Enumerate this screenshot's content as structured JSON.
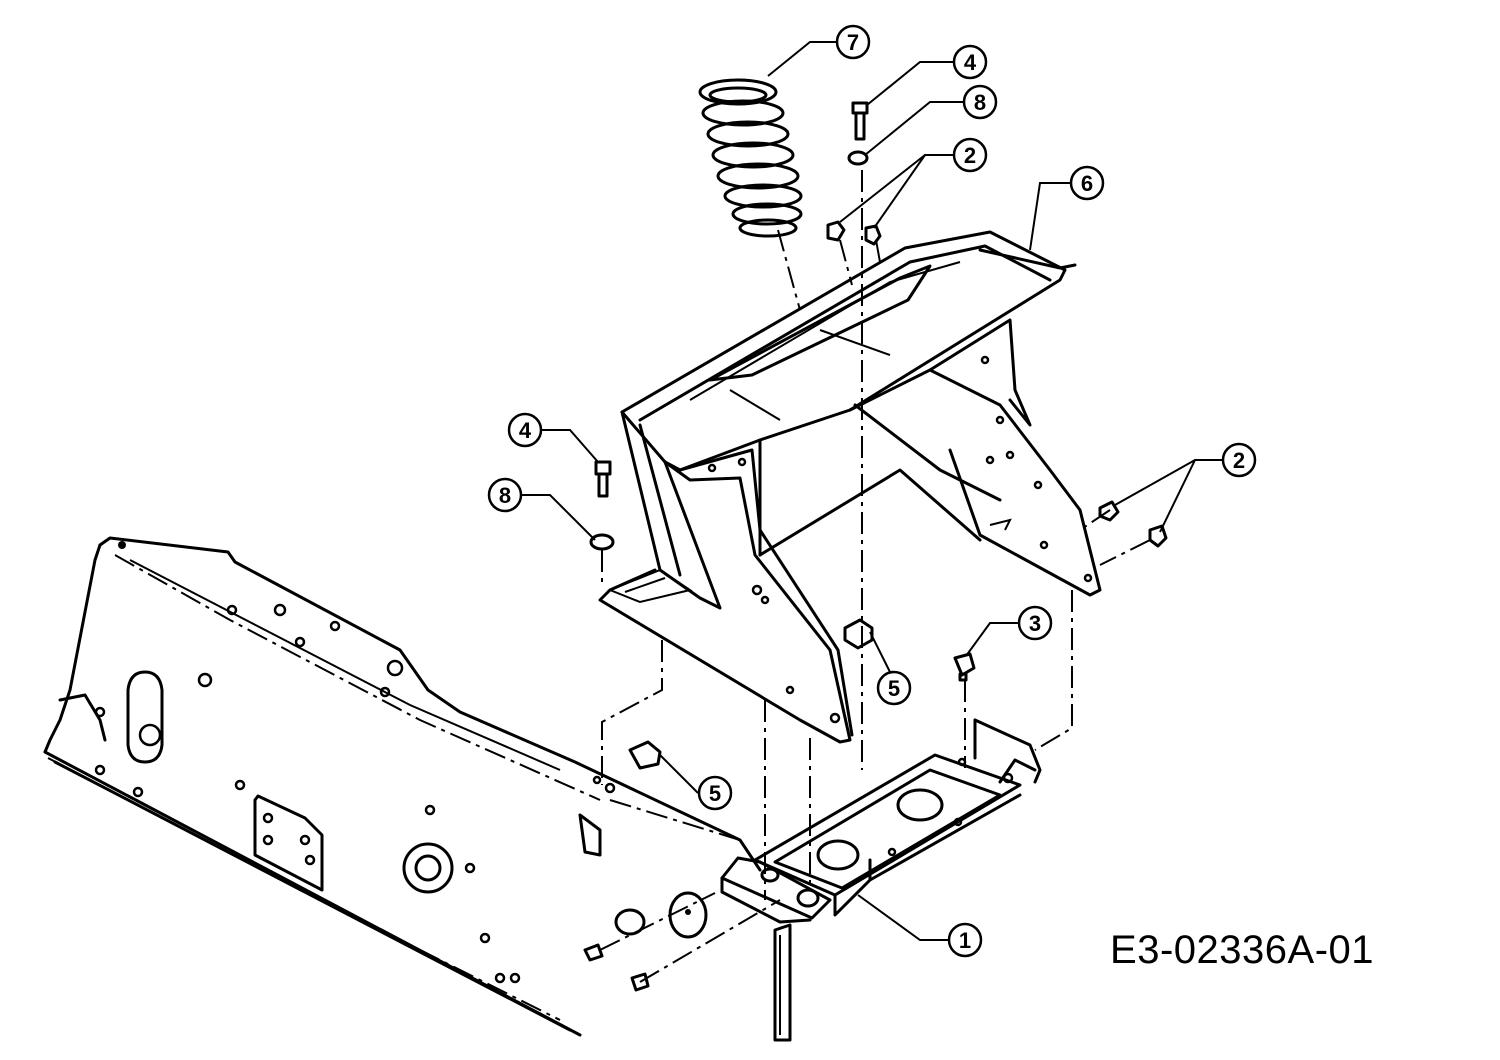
{
  "drawing_number": "E3-02336A-01",
  "callouts": [
    {
      "label": "7"
    },
    {
      "label": "4"
    },
    {
      "label": "8"
    },
    {
      "label": "2"
    },
    {
      "label": "6"
    },
    {
      "label": "4"
    },
    {
      "label": "8"
    },
    {
      "label": "2"
    },
    {
      "label": "3"
    },
    {
      "label": "5"
    },
    {
      "label": "5"
    },
    {
      "label": "1"
    }
  ]
}
